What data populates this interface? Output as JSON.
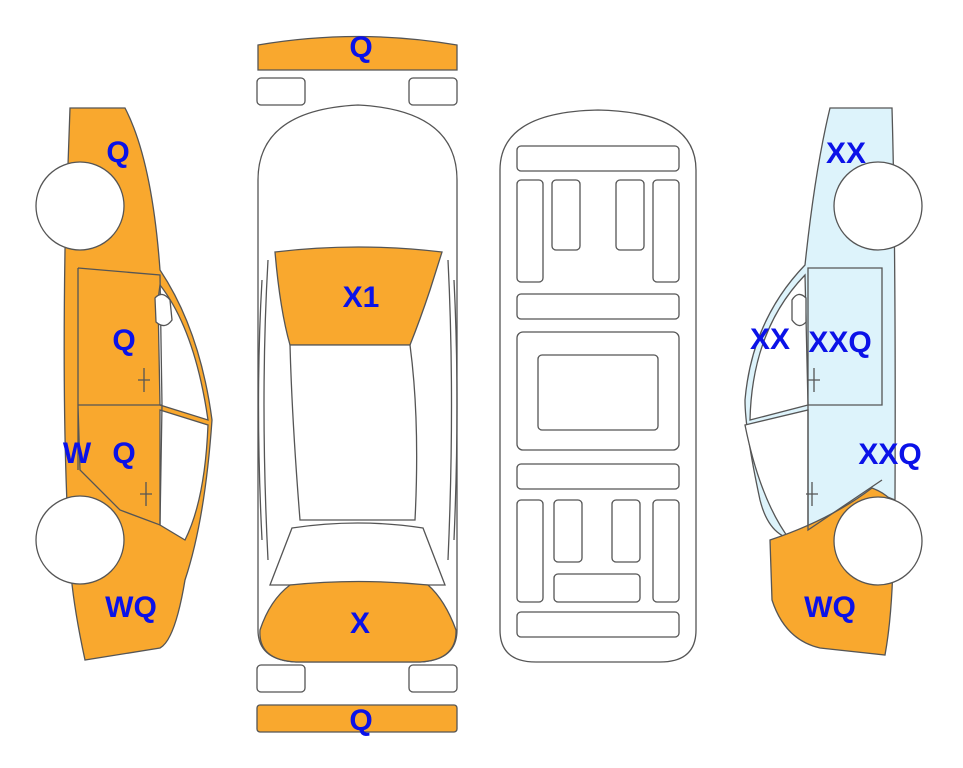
{
  "colors": {
    "damaged": "#F9A82E",
    "painted": "#DDF3FB",
    "label": "#0B12E8",
    "outline": "#555555",
    "background": "#FFFFFF"
  },
  "legend_codes": {
    "Q": "code",
    "X": "code",
    "W": "code"
  },
  "labels": {
    "front_bumper": "Q",
    "hood": "X1",
    "tailgate": "X",
    "rear_bumper": "Q",
    "left_front_fender": "Q",
    "left_front_door": "Q",
    "left_rear_door_w": "W",
    "left_rear_door_q": "Q",
    "left_rear_quarter": "WQ",
    "right_front_fender": "XX",
    "right_front_door_a": "XX",
    "right_front_door_b": "XXQ",
    "right_rear_door": "XXQ",
    "right_rear_quarter": "WQ"
  }
}
